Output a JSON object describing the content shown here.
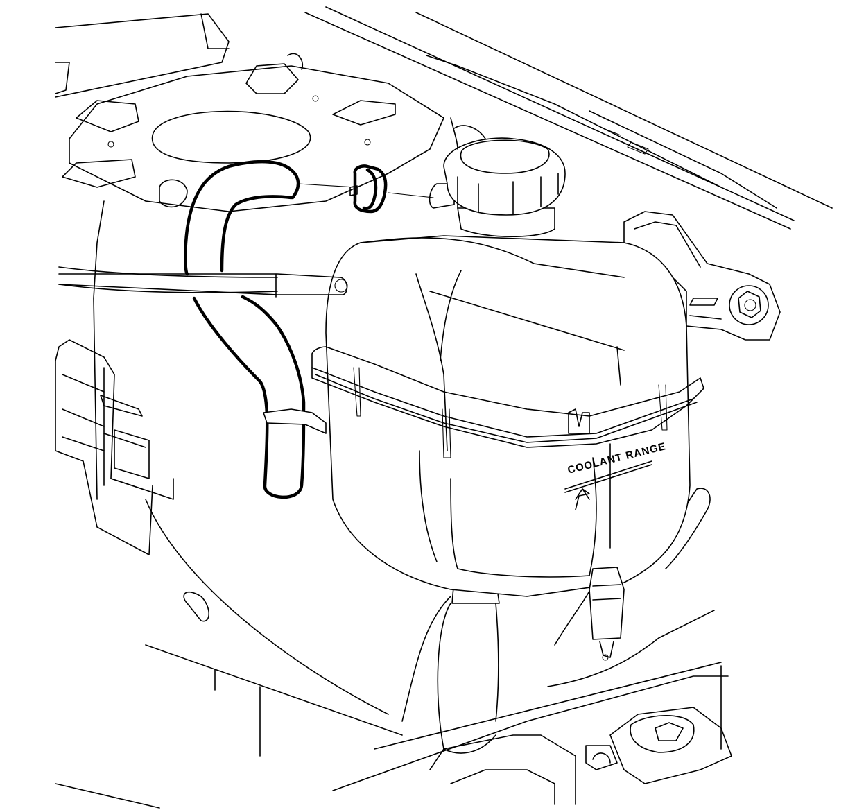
{
  "diagram": {
    "reservoir_label": "COOLANT RANGE",
    "line_color": "#000000",
    "background_color": "#ffffff",
    "highlighted_parts": [
      "overflow-hose",
      "hose-clamp"
    ]
  }
}
